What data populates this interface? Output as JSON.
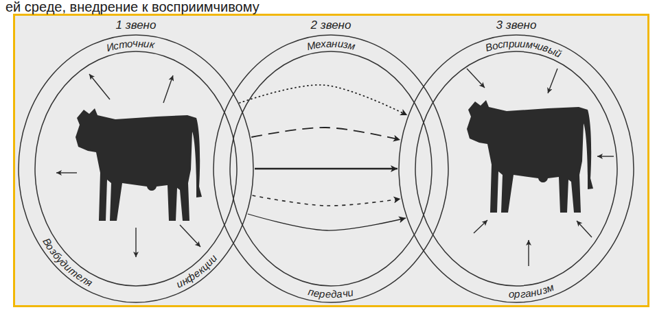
{
  "diagram": {
    "nodes": [
      {
        "text": [
          "1 звено",
          "Источник",
          "Возбудителя",
          "инфекции"
        ]
      },
      {
        "text": [
          "2 звено",
          "Механизм",
          "передачи"
        ]
      },
      {
        "text": [
          "3 звено",
          "Восприимчивый",
          "организм"
        ]
      }
    ],
    "edges": [
      {
        "from": 0,
        "to": 2,
        "arrow": "to"
      },
      {
        "from": 0,
        "to": 2,
        "arrow": "to"
      },
      {
        "from": 0,
        "to": 2,
        "arrow": "to"
      },
      {
        "from": 0,
        "to": 2,
        "arrow": "to"
      },
      {
        "from": 0,
        "to": 2,
        "arrow": "to"
      }
    ],
    "labels": [
      "ей среде, внедрение к восприимчивому"
    ]
  }
}
